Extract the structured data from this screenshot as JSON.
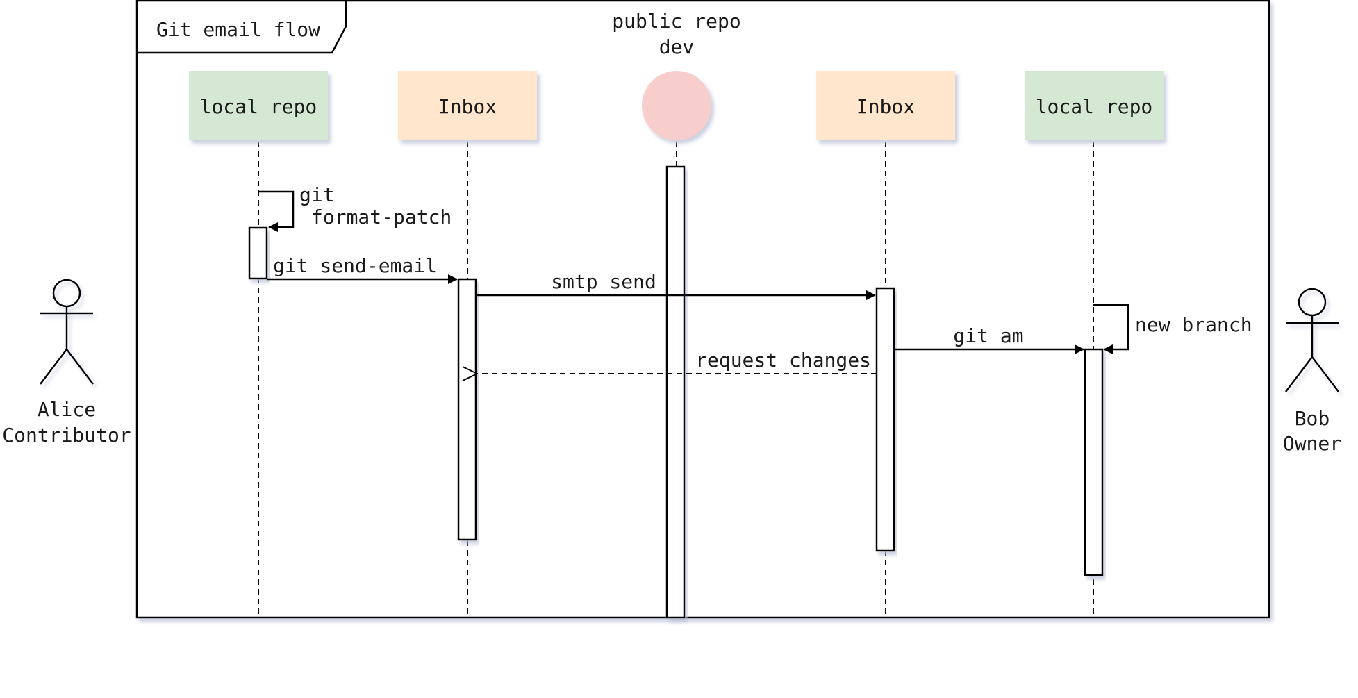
{
  "frame": {
    "title": "Git email flow"
  },
  "participants": [
    {
      "label": "local repo",
      "fill": "#d5e8d4"
    },
    {
      "label": "Inbox",
      "fill": "#ffe6cc"
    },
    {
      "label_line1": "public repo",
      "label_line2": "dev",
      "fill": "#f8cecc",
      "shape": "circle"
    },
    {
      "label": "Inbox",
      "fill": "#ffe6cc"
    },
    {
      "label": "local repo",
      "fill": "#d5e8d4"
    }
  ],
  "actors": [
    {
      "name": "Alice",
      "role": "Contributor"
    },
    {
      "name": "Bob",
      "role": "Owner"
    }
  ],
  "messages": [
    {
      "line1": "git",
      "line2": "format-patch",
      "type": "self"
    },
    {
      "label": "git send-email",
      "type": "sync"
    },
    {
      "label": "smtp send",
      "type": "sync"
    },
    {
      "label": "request changes",
      "type": "return"
    },
    {
      "label": "git am",
      "type": "sync"
    },
    {
      "label": "new branch",
      "type": "self"
    }
  ],
  "colors": {
    "stroke": "#000000",
    "shadow": "#c7cde0"
  }
}
